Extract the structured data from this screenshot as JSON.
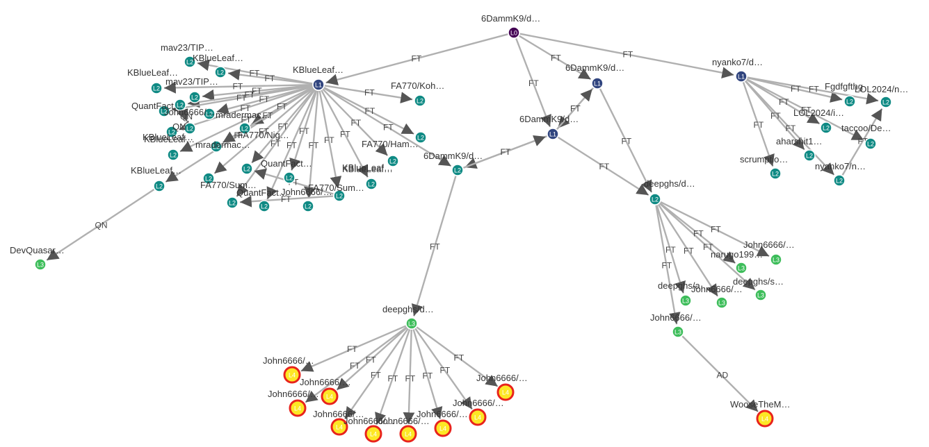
{
  "graph": {
    "title": "Model lineage graph",
    "levels": {
      "L0": {
        "color": "#440154",
        "ring": "#ffffff"
      },
      "L1": {
        "color": "#31457f",
        "ring": "#ffffff"
      },
      "L2": {
        "color": "#0f8a84",
        "ring": "#ffffff"
      },
      "L3": {
        "color": "#3dbd5a",
        "ring": "#ffffff"
      },
      "L4": {
        "color": "#fde725",
        "ring": "#e8231c"
      }
    },
    "nodes": [
      {
        "id": "n0",
        "level": "L0",
        "label": "6DammK9/d…"
      },
      {
        "id": "n1",
        "level": "L1",
        "label": "KBlueLeaf…"
      },
      {
        "id": "n2",
        "level": "L1",
        "label": "6DammK9/d…"
      },
      {
        "id": "n3",
        "level": "L1",
        "label": "6DammK9/d…"
      },
      {
        "id": "n4",
        "level": "L1",
        "label": "nyanko7/d…"
      },
      {
        "id": "n5",
        "level": "L2",
        "label": "mav23/TIP…"
      },
      {
        "id": "n6",
        "level": "L2",
        "label": "KBlueLeaf…"
      },
      {
        "id": "n7",
        "level": "L2",
        "label": "KBlueLeaf…"
      },
      {
        "id": "n8",
        "level": "L2",
        "label": "mav23/TIP…"
      },
      {
        "id": "n9",
        "level": "L2",
        "label": "QuantFact…"
      },
      {
        "id": "n10",
        "level": "L2",
        "label": "John6666/…"
      },
      {
        "id": "n11",
        "level": "L2",
        "label": "mradermac…"
      },
      {
        "id": "n12",
        "level": "L2",
        "label": "KBlueLeaf…"
      },
      {
        "id": "n13",
        "level": "L2",
        "label": "KBlueLeaf…"
      },
      {
        "id": "n14",
        "level": "L2",
        "label": "QN"
      },
      {
        "id": "n15",
        "level": "L2",
        "label": "FA770/Nig…"
      },
      {
        "id": "n16",
        "level": "L2",
        "label": "mradermac…"
      },
      {
        "id": "n17",
        "level": "L2",
        "label": "KBlueLeaf…"
      },
      {
        "id": "n18",
        "level": "L2",
        "label": "FA770/Sum…"
      },
      {
        "id": "n19",
        "level": "L2",
        "label": "QuantFact…"
      },
      {
        "id": "n20",
        "level": "L2",
        "label": "QuantFact…"
      },
      {
        "id": "n21",
        "level": "L2",
        "label": "John6666/…"
      },
      {
        "id": "n22",
        "level": "L2",
        "label": "FA770/Sum…"
      },
      {
        "id": "n23",
        "level": "L2",
        "label": ""
      },
      {
        "id": "n24",
        "level": "L2",
        "label": ""
      },
      {
        "id": "n25",
        "level": "L2",
        "label": "KBlueLeaf…"
      },
      {
        "id": "n26",
        "level": "L2",
        "label": "FA770/Koh…"
      },
      {
        "id": "n27",
        "level": "L2",
        "label": "FA770/Ham…"
      },
      {
        "id": "n28",
        "level": "L2",
        "label": "KBlueLeaf…"
      },
      {
        "id": "n29",
        "level": "L2",
        "label": "6DammK9/d…"
      },
      {
        "id": "n30",
        "level": "L2",
        "label": "deepghs/d…"
      },
      {
        "id": "n31",
        "level": "L2",
        "label": "Fgdfgfthg"
      },
      {
        "id": "n32",
        "level": "L2",
        "label": "LOL2024/n…"
      },
      {
        "id": "n33",
        "level": "L2",
        "label": "LOL2024/i…"
      },
      {
        "id": "n34",
        "level": "L2",
        "label": "taccoo/De…"
      },
      {
        "id": "n35",
        "level": "L2",
        "label": "aharshit1…"
      },
      {
        "id": "n36",
        "level": "L2",
        "label": "scrumptio…"
      },
      {
        "id": "n37",
        "level": "L2",
        "label": "nyanko7/n…"
      },
      {
        "id": "n38",
        "level": "L3",
        "label": "DevQuasar…"
      },
      {
        "id": "n39",
        "level": "L3",
        "label": "deepghs/d…"
      },
      {
        "id": "n40",
        "level": "L3",
        "label": "John6666/…"
      },
      {
        "id": "n41",
        "level": "L3",
        "label": "narugo199…"
      },
      {
        "id": "n42",
        "level": "L3",
        "label": "deepghs/s…"
      },
      {
        "id": "n43",
        "level": "L3",
        "label": "John6666/…"
      },
      {
        "id": "n44",
        "level": "L3",
        "label": "deepghs/a…"
      },
      {
        "id": "n45",
        "level": "L3",
        "label": "John6666/…"
      },
      {
        "id": "n46",
        "level": "L4",
        "label": "John6666/…"
      },
      {
        "id": "n47",
        "level": "L4",
        "label": "John6666/…"
      },
      {
        "id": "n48",
        "level": "L4",
        "label": "John6666/…"
      },
      {
        "id": "n49",
        "level": "L4",
        "label": "John6666/…"
      },
      {
        "id": "n50",
        "level": "L4",
        "label": "John6666/…"
      },
      {
        "id": "n51",
        "level": "L4",
        "label": "John6666/…"
      },
      {
        "id": "n52",
        "level": "L4",
        "label": "John6666/…"
      },
      {
        "id": "n53",
        "level": "L4",
        "label": "John6666/…"
      },
      {
        "id": "n54",
        "level": "L4",
        "label": "John6666/…"
      },
      {
        "id": "n55",
        "level": "L4",
        "label": "WooseTheM…"
      }
    ],
    "edges": [
      {
        "from": "n0",
        "to": "n1",
        "label": "FT"
      },
      {
        "from": "n0",
        "to": "n2",
        "label": "FT"
      },
      {
        "from": "n0",
        "to": "n3",
        "label": "FT"
      },
      {
        "from": "n0",
        "to": "n4",
        "label": "FT"
      },
      {
        "from": "n1",
        "to": "n5",
        "label": "FT"
      },
      {
        "from": "n1",
        "to": "n6",
        "label": "FT"
      },
      {
        "from": "n1",
        "to": "n7",
        "label": "FT"
      },
      {
        "from": "n1",
        "to": "n8",
        "label": "FT"
      },
      {
        "from": "n1",
        "to": "n9",
        "label": "FT"
      },
      {
        "from": "n1",
        "to": "n10",
        "label": "FT"
      },
      {
        "from": "n1",
        "to": "n11",
        "label": "FT"
      },
      {
        "from": "n1",
        "to": "n12",
        "label": "FT"
      },
      {
        "from": "n1",
        "to": "n13",
        "label": "FT"
      },
      {
        "from": "n1",
        "to": "n15",
        "label": "FT"
      },
      {
        "from": "n1",
        "to": "n16",
        "label": "FT"
      },
      {
        "from": "n1",
        "to": "n17",
        "label": "FT"
      },
      {
        "from": "n1",
        "to": "n18",
        "label": "FT"
      },
      {
        "from": "n1",
        "to": "n19",
        "label": "FT"
      },
      {
        "from": "n1",
        "to": "n20",
        "label": "FT"
      },
      {
        "from": "n1",
        "to": "n21",
        "label": "FT"
      },
      {
        "from": "n1",
        "to": "n22",
        "label": "FT"
      },
      {
        "from": "n1",
        "to": "n23",
        "label": "FT"
      },
      {
        "from": "n1",
        "to": "n24",
        "label": "FT"
      },
      {
        "from": "n1",
        "to": "n25",
        "label": "FT"
      },
      {
        "from": "n1",
        "to": "n26",
        "label": "FT"
      },
      {
        "from": "n1",
        "to": "n27",
        "label": "FT"
      },
      {
        "from": "n1",
        "to": "n28",
        "label": "FT"
      },
      {
        "from": "n1",
        "to": "n29",
        "label": "FT"
      },
      {
        "from": "n9",
        "to": "n14",
        "label": "QN"
      },
      {
        "from": "n21",
        "to": "n19",
        "label": "FT"
      },
      {
        "from": "n21",
        "to": "n20",
        "label": "FT"
      },
      {
        "from": "n2",
        "to": "n3",
        "label": "FT"
      },
      {
        "from": "n2",
        "to": "n30",
        "label": "FT"
      },
      {
        "from": "n3",
        "to": "n2",
        "label": "FT"
      },
      {
        "from": "n3",
        "to": "n29",
        "label": "FT"
      },
      {
        "from": "n29",
        "to": "n3",
        "label": "FT"
      },
      {
        "from": "n3",
        "to": "n30",
        "label": "FT"
      },
      {
        "from": "n4",
        "to": "n31",
        "label": "FT"
      },
      {
        "from": "n4",
        "to": "n32",
        "label": "FT"
      },
      {
        "from": "n4",
        "to": "n33",
        "label": "FT"
      },
      {
        "from": "n4",
        "to": "n34",
        "label": "FT"
      },
      {
        "from": "n4",
        "to": "n35",
        "label": "FT"
      },
      {
        "from": "n4",
        "to": "n36",
        "label": "FT"
      },
      {
        "from": "n4",
        "to": "n37",
        "label": "FT"
      },
      {
        "from": "n37",
        "to": "n32",
        "label": "FT"
      },
      {
        "from": "n12",
        "to": "n38",
        "label": "QN"
      },
      {
        "from": "n29",
        "to": "n39",
        "label": "FT"
      },
      {
        "from": "n30",
        "to": "n40",
        "label": "FT"
      },
      {
        "from": "n30",
        "to": "n41",
        "label": "FT"
      },
      {
        "from": "n30",
        "to": "n42",
        "label": "FT"
      },
      {
        "from": "n30",
        "to": "n43",
        "label": "FT"
      },
      {
        "from": "n30",
        "to": "n44",
        "label": "FT"
      },
      {
        "from": "n30",
        "to": "n45",
        "label": "FT"
      },
      {
        "from": "n39",
        "to": "n46",
        "label": "FT"
      },
      {
        "from": "n39",
        "to": "n47",
        "label": "FT"
      },
      {
        "from": "n39",
        "to": "n48",
        "label": "FT"
      },
      {
        "from": "n39",
        "to": "n49",
        "label": "FT"
      },
      {
        "from": "n39",
        "to": "n50",
        "label": "FT"
      },
      {
        "from": "n39",
        "to": "n51",
        "label": "FT"
      },
      {
        "from": "n39",
        "to": "n52",
        "label": "FT"
      },
      {
        "from": "n39",
        "to": "n53",
        "label": "FT"
      },
      {
        "from": "n39",
        "to": "n54",
        "label": "FT"
      },
      {
        "from": "n45",
        "to": "n55",
        "label": "AD"
      }
    ]
  }
}
